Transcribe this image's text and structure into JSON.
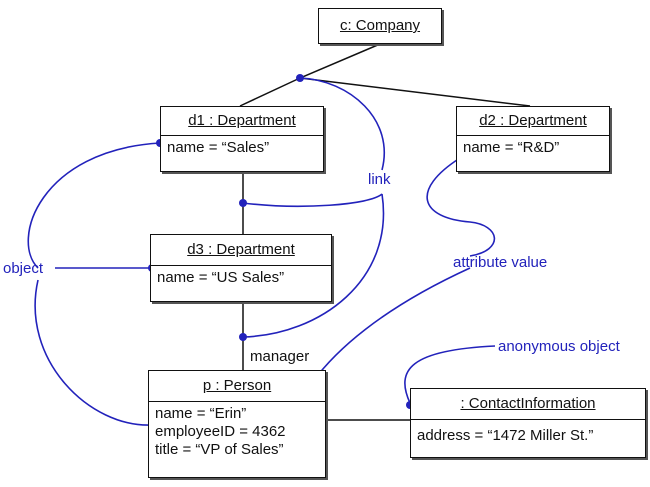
{
  "objects": {
    "company": {
      "header": "c: Company",
      "attrs": []
    },
    "d1": {
      "header": "d1 : Department",
      "attrs": [
        "name = “Sales”"
      ]
    },
    "d2": {
      "header": "d2 : Department",
      "attrs": [
        "name = “R&D”"
      ]
    },
    "d3": {
      "header": "d3 : Department",
      "attrs": [
        "name = “US Sales”"
      ]
    },
    "person": {
      "header": "p : Person",
      "attrs": [
        "name = “Erin”",
        "employeeID = 4362",
        "title = “VP of Sales”"
      ]
    },
    "contact": {
      "header": ": ContactInformation",
      "attrs": [
        "address = “1472 Miller St.”"
      ]
    }
  },
  "role_label": "manager",
  "annotations": {
    "link": "link",
    "object": "object",
    "attribute_value": "attribute value",
    "anonymous_object": "anonymous object"
  },
  "colors": {
    "annotation": "#2222bb",
    "line": "#111111"
  }
}
